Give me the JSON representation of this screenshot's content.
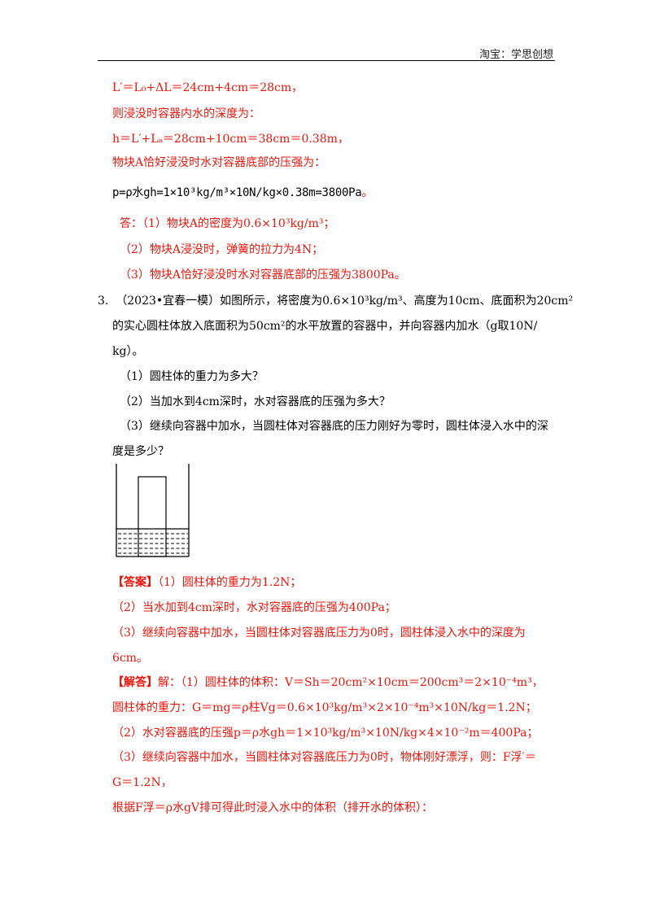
{
  "header": {
    "shop": "淘宝：学思创想"
  },
  "solution_prev": {
    "l1": "L′＝L₀+ΔL＝24cm+4cm＝28cm，",
    "l2": "则浸没时容器内水的深度为：",
    "l3": "h＝L′+Lₐ＝28cm+10cm＝38cm＝0.38m，",
    "l4": "物块A恰好浸没时水对容器底部的压强为：",
    "formula": "p=ρ水gh=1×10³kg/m³×10N/kg×0.38m=3800Pa",
    "formula_end": "。",
    "ans_label": "答：",
    "ans1": "（1）物块A的密度为0.6×10³kg/m³；",
    "ans2": "（2）物块A浸没时，弹簧的拉力为4N；",
    "ans3": "（3）物块A恰好浸没时水对容器底部的压强为3800Pa。"
  },
  "question": {
    "num": "3.",
    "line1": "（2023•宜春一模）如图所示，将密度为0.6×10³kg/m³、高度为10cm、底面积为20cm²",
    "line2": "的实心圆柱体放入底面积为50cm²的水平放置的容器中，并向容器内加水（g取10N/",
    "line3": "kg）。",
    "q1": "（1）圆柱体的重力为多大？",
    "q2": "（2）当加水到4cm深时，水对容器底的压强为多大？",
    "q3a": "（3）继续向容器中加水，当圆柱体对容器底的压力刚好为零时，圆柱体浸入水中的深",
    "q3b": "度是多少？"
  },
  "answer": {
    "label": "【答案】",
    "a1": "（1）圆柱体的重力为1.2N；",
    "a2": "（2）当水加到4cm深时，水对容器底的压强为400Pa；",
    "a3a": "（3）继续向容器中加水，当圆柱体对容器底压力为0时，圆柱体浸入水中的深度为",
    "a3b": "6cm。"
  },
  "analysis": {
    "label": "【解答】",
    "s1": "解：（1）圆柱体的体积：V＝Sh＝20cm²×10cm＝200cm³＝2×10⁻⁴m³，",
    "s2": "圆柱体的重力：G＝mg＝ρ柱Vg＝0.6×10³kg/m³×2×10⁻⁴m³×10N/kg＝1.2N；",
    "s3": "（2）水对容器底的压强p＝ρ水gh＝1×10³kg/m³×10N/kg×4×10⁻²m＝400Pa；",
    "s4a": "（3）继续向容器中加水，当圆柱体对容器底压力为0时，物体刚好漂浮，则：F浮′＝",
    "s4b": "G＝1.2N，",
    "s5": "根据F浮＝ρ水gV排可得此时浸入水中的体积（排开水的体积）："
  }
}
